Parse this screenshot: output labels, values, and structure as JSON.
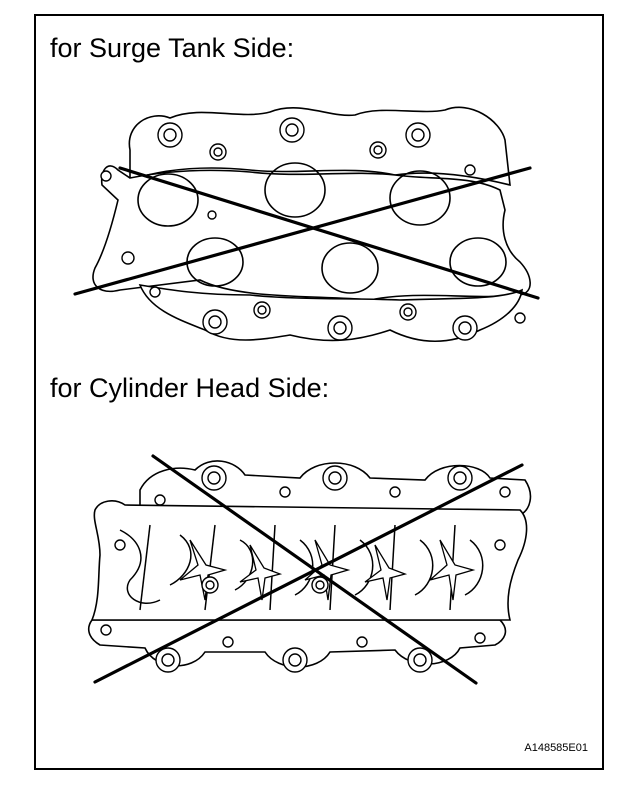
{
  "diagram": {
    "headings": {
      "surge_tank_side": "for Surge Tank Side:",
      "cylinder_head_side": "for Cylinder Head Side:"
    },
    "figure_code": "A148585E01"
  }
}
